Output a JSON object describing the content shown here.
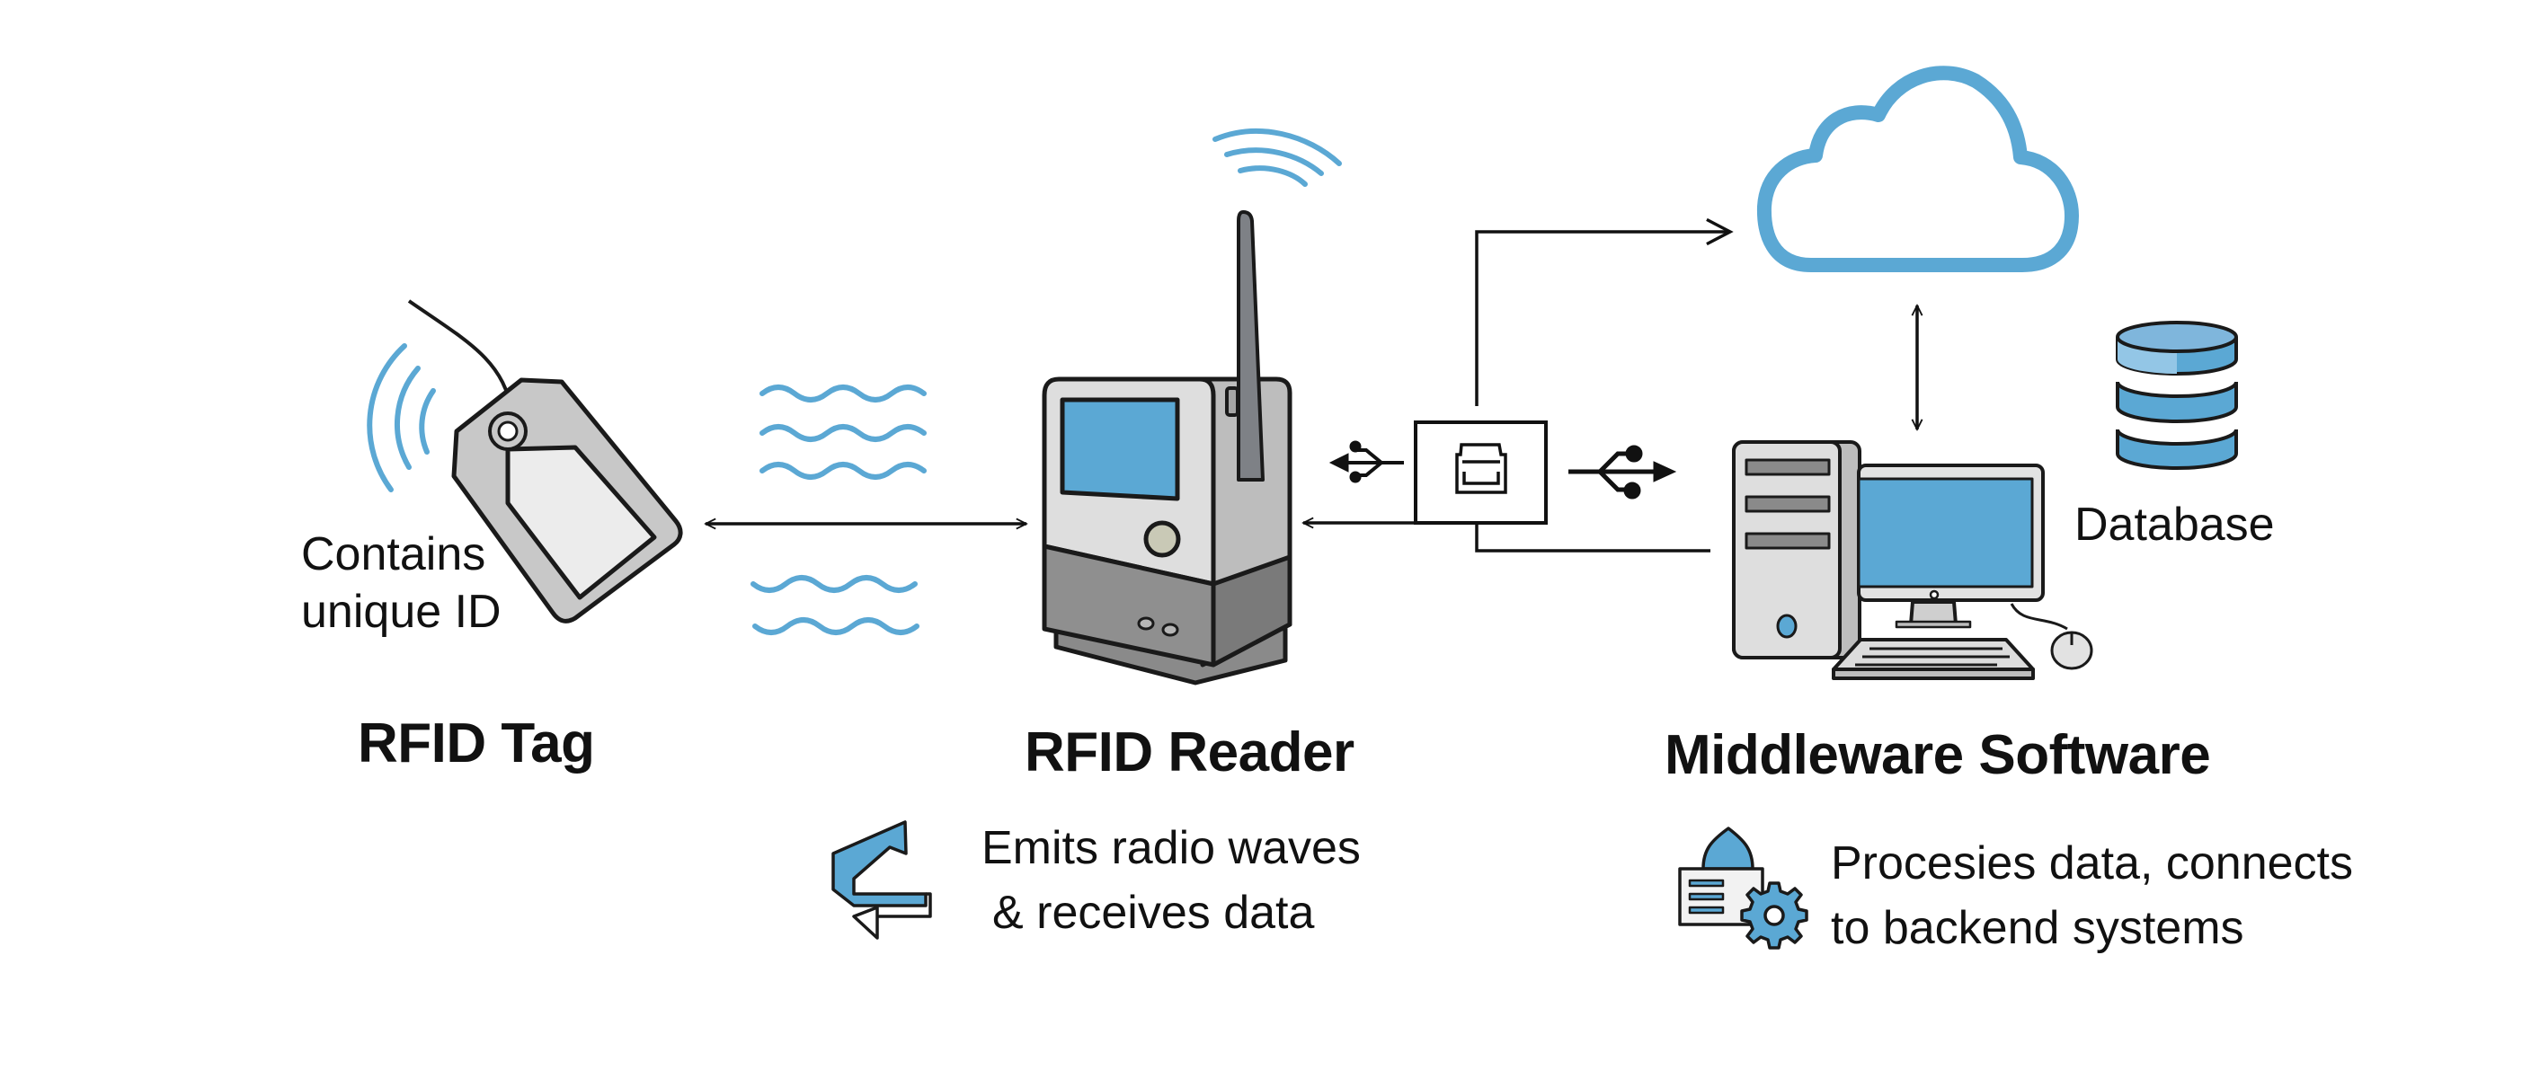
{
  "colors": {
    "accent_blue": "#5ba8d4",
    "outline": "#1a1a1a",
    "device_light_gray": "#dcdcdc",
    "device_mid_gray": "#b9b9b9",
    "device_dark_gray": "#8a8a8a",
    "text": "#111111"
  },
  "components": {
    "tag": {
      "title": "RFID Tag",
      "note_line1": "Contains",
      "note_line2": "unique ID",
      "icons": [
        "rfid-tag-icon",
        "signal-arcs-icon"
      ]
    },
    "reader": {
      "title": "RFID Reader",
      "desc_line1": "Emits radio waves",
      "desc_line2": "& receives data",
      "icons": [
        "rfid-reader-icon",
        "antenna-icon",
        "wifi-signal-icon",
        "bidirectional-arrow-icon"
      ]
    },
    "middleware": {
      "title": "Middleware Software",
      "desc_line1": "Procesies data, connects",
      "desc_line2": "to backend systems",
      "icons": [
        "desktop-computer-icon",
        "document-gear-icon"
      ]
    },
    "database": {
      "label": "Database",
      "icon": "database-icon"
    },
    "cloud": {
      "icon": "cloud-icon"
    },
    "connector": {
      "icons": [
        "usb-icon",
        "ethernet-port-icon",
        "usb-icon"
      ]
    }
  },
  "connections": [
    {
      "from": "RFID Tag",
      "to": "RFID Reader",
      "type": "bidirectional",
      "medium": "radio waves"
    },
    {
      "from": "Connector",
      "to": "RFID Reader",
      "type": "arrow"
    },
    {
      "from": "Connector",
      "to": "Cloud",
      "type": "arrow"
    },
    {
      "from": "Connector",
      "to": "Middleware Software",
      "type": "line"
    },
    {
      "from": "Cloud",
      "to": "Middleware Software",
      "type": "bidirectional"
    }
  ]
}
